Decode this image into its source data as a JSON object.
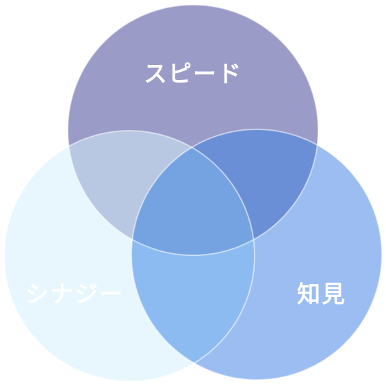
{
  "diagram": {
    "type": "venn",
    "sets": [
      {
        "id": "speed",
        "label": "スピード",
        "color": "#9A9CC7"
      },
      {
        "id": "insight",
        "label": "知見",
        "color": "#9CBDF1"
      },
      {
        "id": "synergy",
        "label": "シナジー",
        "color": "#E8F7FE"
      }
    ],
    "overlap_colors": {
      "speed_synergy": "#B8C8E2",
      "speed_insight": "#6B8FD6",
      "insight_synergy": "#8CBBF1",
      "center": "#75A3E2"
    },
    "outline_color": "#ffffff"
  }
}
